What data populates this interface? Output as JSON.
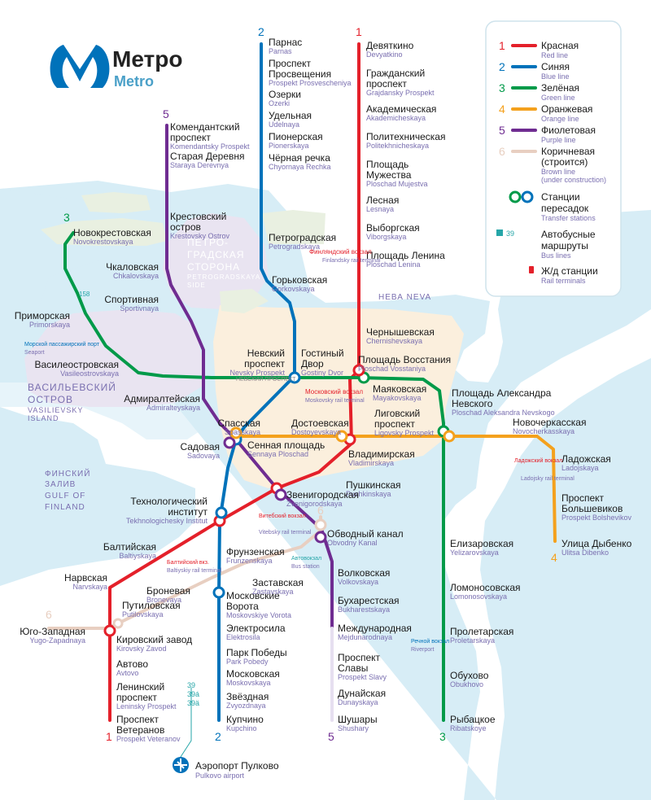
{
  "logo": {
    "ru": "Метро",
    "en": "Metro"
  },
  "colors": {
    "red": "#e4202a",
    "blue": "#0072ba",
    "green": "#009a49",
    "orange": "#f4a11d",
    "purple": "#6f2c91",
    "brown": "#e8cfc1",
    "water": "#d7edf6"
  },
  "legend": {
    "lines": [
      {
        "num": "1",
        "ru": "Красная",
        "en": "Red line",
        "color": "#e4202a"
      },
      {
        "num": "2",
        "ru": "Синяя",
        "en": "Blue line",
        "color": "#0072ba"
      },
      {
        "num": "3",
        "ru": "Зелёная",
        "en": "Green line",
        "color": "#009a49"
      },
      {
        "num": "4",
        "ru": "Оранжевая",
        "en": "Orange line",
        "color": "#f4a11d"
      },
      {
        "num": "5",
        "ru": "Фиолетовая",
        "en": "Purple line",
        "color": "#6f2c91"
      },
      {
        "num": "6",
        "ru": "Коричневая (строится)",
        "ru1": "Коричневая",
        "ru2": "(строится)",
        "en1": "Brown line",
        "en2": "(under construction)",
        "color": "#e8cfc1"
      }
    ],
    "transfer": {
      "ru1": "Станции",
      "ru2": "пересадок",
      "en": "Transfer stations"
    },
    "bus": {
      "num": "39",
      "ru1": "Автобусные",
      "ru2": "маршруты",
      "en": "Bus lines"
    },
    "rail": {
      "ru": "Ж/д станции",
      "en": "Rail terminals"
    }
  },
  "geo": {
    "petrograd": [
      "ПЕТРО-",
      "ГРАДСКАЯ",
      "СТОРОНА",
      "PETROGRADSKAYA",
      "SIDE"
    ],
    "vasilievsky": [
      "ВАСИЛЬЕВСКИЙ",
      "ОСТРОВ",
      "VASILIEVSKY",
      "ISLAND"
    ],
    "gulf": [
      "ФИНСКИЙ",
      "ЗАЛИВ",
      "GULF OF",
      "FINLAND"
    ],
    "neva": "НЕВА NEVA",
    "nevsky": "НЕВСКИЙ ПРОСПЕКТ"
  },
  "stations": [
    {
      "ru": "Девяткино",
      "en": "Devyatkino"
    },
    {
      "ru": "Гражданский проспект",
      "en": "Grajdansky Prospekt"
    },
    {
      "ru": "Академическая",
      "en": "Akademicheskaya"
    },
    {
      "ru": "Политехническая",
      "en": "Politekhnicheskaya"
    },
    {
      "ru": "Площадь Мужества",
      "en": "Ploschad Mujestva"
    },
    {
      "ru": "Лесная",
      "en": "Lesnaya"
    },
    {
      "ru": "Выборгская",
      "en": "Viborgskaya"
    },
    {
      "ru": "Площадь Ленина",
      "en": "Ploschad Lenina"
    },
    {
      "ru": "Чернышевская",
      "en": "Chernishevskaya"
    },
    {
      "ru": "Площадь Восстания",
      "en": "Ploschad Vosstaniya"
    },
    {
      "ru": "Владимирская",
      "en": "Vladimirskaya"
    },
    {
      "ru": "Пушкинская",
      "en": "Pushkinskaya"
    },
    {
      "ru": "Технологический институт",
      "en": "Tekhnologichesky Institut"
    },
    {
      "ru": "Балтийская",
      "en": "Baltiyskaya"
    },
    {
      "ru": "Нарвская",
      "en": "Narvskaya"
    },
    {
      "ru": "Кировский завод",
      "en": "Kirovsky Zavod"
    },
    {
      "ru": "Автово",
      "en": "Avtovo"
    },
    {
      "ru": "Ленинский проспект",
      "en": "Leninsky Prospekt"
    },
    {
      "ru": "Проспект Ветеранов",
      "en": "Prospekt Veteranov"
    },
    {
      "ru": "Парнас",
      "en": "Parnas"
    },
    {
      "ru": "Проспект Просвещения",
      "en": "Prospekt Prosvescheniya"
    },
    {
      "ru": "Озерки",
      "en": "Ozerki"
    },
    {
      "ru": "Удельная",
      "en": "Udelnaya"
    },
    {
      "ru": "Пионерская",
      "en": "Pionerskaya"
    },
    {
      "ru": "Чёрная речка",
      "en": "Chyornaya Rechka"
    },
    {
      "ru": "Петроградская",
      "en": "Petrogradskaya"
    },
    {
      "ru": "Горьковская",
      "en": "Gorkovskaya"
    },
    {
      "ru": "Невский проспект",
      "en": "Nevsky Prospekt"
    },
    {
      "ru": "Сенная площадь",
      "en": "Sennaya Ploschad"
    },
    {
      "ru": "Фрунзенская",
      "en": "Frunzenskaya"
    },
    {
      "ru": "Московские Ворота",
      "en": "Moskovskiye Vorota"
    },
    {
      "ru": "Электросила",
      "en": "Elektrosila"
    },
    {
      "ru": "Парк Победы",
      "en": "Park Pobedy"
    },
    {
      "ru": "Московская",
      "en": "Moskovskaya"
    },
    {
      "ru": "Звёздная",
      "en": "Zvyozdnaya"
    },
    {
      "ru": "Купчино",
      "en": "Kupchino"
    },
    {
      "ru": "Новокрестовская",
      "en": "Novokrestovskaya"
    },
    {
      "ru": "Приморская",
      "en": "Primorskaya"
    },
    {
      "ru": "Василеостровская",
      "en": "Vasileostrovskaya"
    },
    {
      "ru": "Гостиный Двор",
      "en": "Gostiny Dvor"
    },
    {
      "ru": "Маяковская",
      "en": "Mayakovskaya"
    },
    {
      "ru": "Площадь Александра Невского",
      "en": "Ploschad Aleksandra Nevskogo"
    },
    {
      "ru": "Елизаровская",
      "en": "Yelizarovskaya"
    },
    {
      "ru": "Ломоносовская",
      "en": "Lomonosovskaya"
    },
    {
      "ru": "Пролетарская",
      "en": "Proletarskaya"
    },
    {
      "ru": "Обухово",
      "en": "Obukhovo"
    },
    {
      "ru": "Рыбацкое",
      "en": "Ribatskoye"
    },
    {
      "ru": "Спасская",
      "en": "Spasskaya"
    },
    {
      "ru": "Достоевская",
      "en": "Dostoyevskaya"
    },
    {
      "ru": "Лиговский проспект",
      "en": "Ligovsky Prospekt"
    },
    {
      "ru": "Новочеркасская",
      "en": "Novocherkasskaya"
    },
    {
      "ru": "Ладожская",
      "en": "Ladojskaya"
    },
    {
      "ru": "Проспект Большевиков",
      "en": "Prospekt Bolshevikov"
    },
    {
      "ru": "Улица Дыбенко",
      "en": "Ulitsa Dibenko"
    },
    {
      "ru": "Комендантский проспект",
      "en": "Komendantsky Prospekt"
    },
    {
      "ru": "Старая Деревня",
      "en": "Staraya Derevnya"
    },
    {
      "ru": "Крестовский остров",
      "en": "Krestovsky Ostrov"
    },
    {
      "ru": "Чкаловская",
      "en": "Chkalovskaya"
    },
    {
      "ru": "Спортивная",
      "en": "Sportivnaya"
    },
    {
      "ru": "Адмиралтейская",
      "en": "Admiralteyskaya"
    },
    {
      "ru": "Садовая",
      "en": "Sadovaya"
    },
    {
      "ru": "Звенигородская",
      "en": "Zvenigorodskaya"
    },
    {
      "ru": "Обводный канал",
      "en": "Obvodny Kanal"
    },
    {
      "ru": "Волковская",
      "en": "Volkovskaya"
    },
    {
      "ru": "Бухарестская",
      "en": "Bukharestskaya"
    },
    {
      "ru": "Международная",
      "en": "Mejdunarodnaya"
    },
    {
      "ru": "Проспект Славы",
      "en": "Prospekt Slavy"
    },
    {
      "ru": "Дунайская",
      "en": "Dunayskaya"
    },
    {
      "ru": "Шушары",
      "en": "Shushary"
    },
    {
      "ru": "Юго-Западная",
      "en": "Yugo-Zapadnaya"
    },
    {
      "ru": "Путиловская",
      "en": "Putilovskaya"
    },
    {
      "ru": "Броневая",
      "en": "Bronevaya"
    },
    {
      "ru": "Заставская",
      "en": "Zastavskaya"
    }
  ],
  "airport": {
    "ru": "Аэропорт Пулково",
    "en": "Pulkovo airport"
  },
  "airport_buses": [
    "39",
    "39á",
    "39ä"
  ],
  "rail_terminals": [
    {
      "ru": "Финляндский вокзал",
      "en": "Finlandsky rail terminal"
    },
    {
      "ru": "Московский вокзал",
      "en": "Moskovsky rail terminal"
    },
    {
      "ru": "Витебский вокзал",
      "en": "Vitebsky rail terminal"
    },
    {
      "ru": "Балтийский вкз.",
      "en": "Baltiyskiy rail terminal"
    },
    {
      "ru": "Ладожский вокзал",
      "en": "Ladojsky rail terminal"
    }
  ],
  "seaport": {
    "ru": "Морской пассажирский порт",
    "en": "Seaport",
    "bus": "158"
  },
  "bus_station": {
    "ru": "Автовокзал",
    "en": "Bus station"
  },
  "riverport": {
    "ru": "Речной вокзал",
    "en": "Riverport"
  }
}
